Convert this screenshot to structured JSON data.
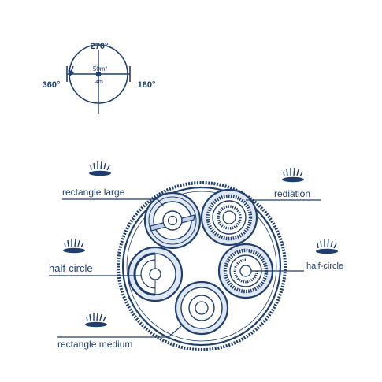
{
  "compass": {
    "top_angle": "270°",
    "left_angle": "360°",
    "right_angle": "180°",
    "area": "50m²",
    "radius": "4m"
  },
  "patterns": {
    "rectangle_large": "rectangle large",
    "rediation": "rediation",
    "half_circle_left": "half-circle",
    "half_circle_right": "half-circle",
    "rectangle_medium": "rectangle medium"
  },
  "colors": {
    "stroke": "#1f3f6e",
    "fill_light": "#dfe7f2",
    "fill_mid": "#c2d1e6"
  }
}
